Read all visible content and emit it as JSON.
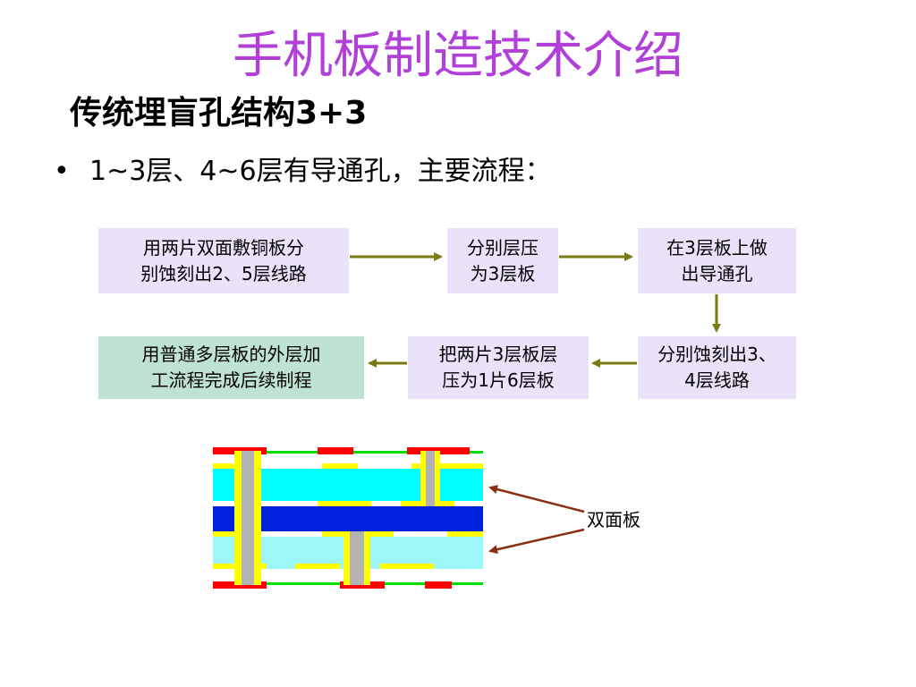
{
  "title": "手机板制造技术介绍",
  "subtitle": "传统埋盲孔结构3+3",
  "bullet": {
    "symbol": "•",
    "text": "1~3层、4~6层有导通孔，主要流程："
  },
  "flow": {
    "step1": {
      "line1": "用两片双面敷铜板分",
      "line2": "别蚀刻出2、5层线路"
    },
    "step2": {
      "line1": "分别层压",
      "line2": "为3层板"
    },
    "step3": {
      "line1": "在3层板上做",
      "line2": "出导通孔"
    },
    "step4": {
      "line1": "分别蚀刻出3、",
      "line2": "4层线路"
    },
    "step5": {
      "line1": "把两片3层板层",
      "line2": "压为1片6层板"
    },
    "step6": {
      "line1": "用普通多层板的外层加",
      "line2": "工流程完成后续制程"
    }
  },
  "diagram": {
    "callout_label": "双面板"
  },
  "colors": {
    "title": "#b040d8",
    "box": "#eae2f9",
    "box_final": "#bfe3d1",
    "arrow": "#7b7a12",
    "copper_red": "#ff0000",
    "trace_yellow": "#ffff00",
    "line_green": "#00e000",
    "cyan": "#00ffff",
    "blue": "#0022dd",
    "light_cyan": "#9ef7f7",
    "via_gray": "#b3b3b3",
    "callout_arrow": "#8b2d10"
  }
}
